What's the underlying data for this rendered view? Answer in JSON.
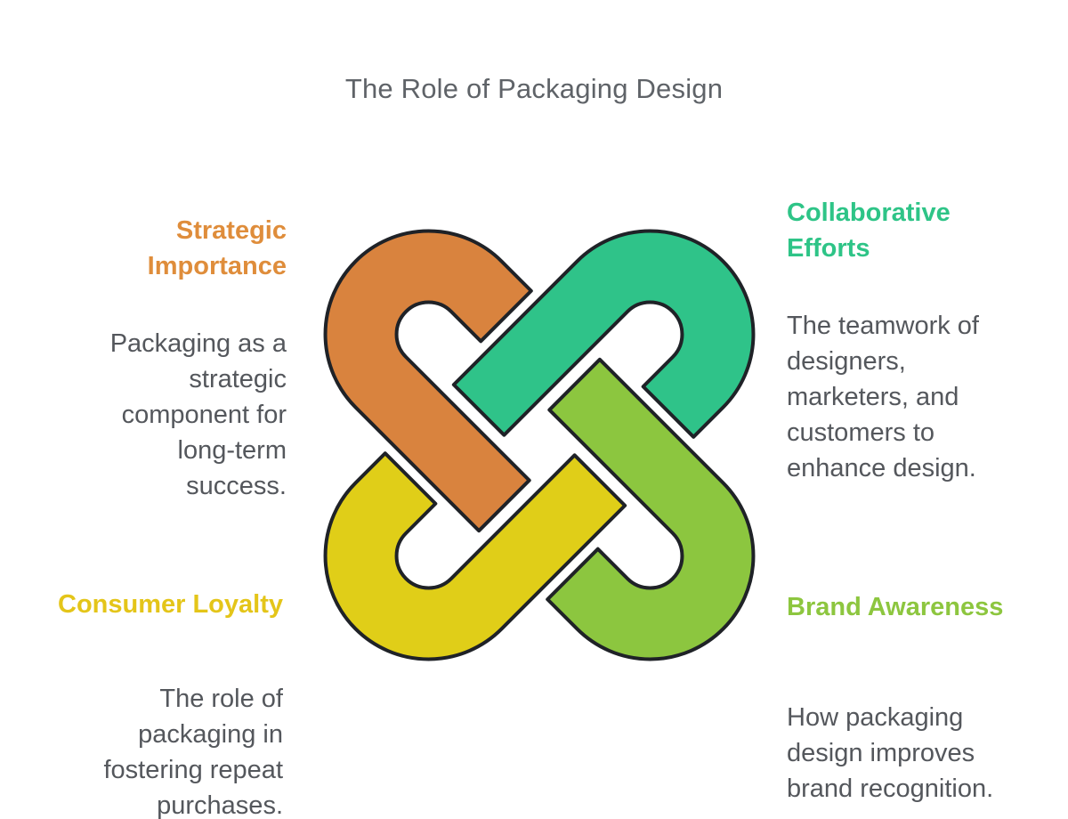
{
  "title": "The Role of Packaging Design",
  "title_color": "#5F6368",
  "body_text_color": "#54575C",
  "background_color": "#FFFFFF",
  "sections": {
    "strategic_importance": {
      "heading": "Strategic Importance",
      "heading_lines": [
        "Strategic",
        "Importance"
      ],
      "heading_color": "#DF8D3B",
      "body": "Packaging as a strategic component for long-term success.",
      "body_lines": [
        "Packaging as a",
        "strategic",
        "component for",
        "long-term",
        "success."
      ]
    },
    "collaborative_efforts": {
      "heading": "Collaborative Efforts",
      "heading_lines": [
        "Collaborative",
        "Efforts"
      ],
      "heading_color": "#2EC487",
      "body": "The teamwork of designers, marketers, and customers to enhance design.",
      "body_lines": [
        "The teamwork of",
        "designers,",
        "marketers, and",
        "customers to",
        "enhance design."
      ]
    },
    "consumer_loyalty": {
      "heading": "Consumer Loyalty",
      "heading_lines": [
        "Consumer Loyalty"
      ],
      "heading_color": "#E4C519",
      "body": "The role of packaging in fostering repeat purchases.",
      "body_lines": [
        "The role of",
        "packaging in",
        "fostering repeat",
        "purchases."
      ]
    },
    "brand_awareness": {
      "heading": "Brand Awareness",
      "heading_lines": [
        "Brand Awareness"
      ],
      "heading_color": "#8DC63F",
      "body": "How packaging design improves brand recognition.",
      "body_lines": [
        "How packaging",
        "design improves",
        "brand recognition."
      ]
    }
  },
  "knot": {
    "outline_color": "#1F2227",
    "pieces": [
      {
        "name": "strategic-importance-loop",
        "position": "top-left",
        "color": "#D9833E"
      },
      {
        "name": "collaborative-efforts-loop",
        "position": "top-right",
        "color": "#2FC389"
      },
      {
        "name": "brand-awareness-loop",
        "position": "bottom-right",
        "color": "#8CC63F"
      },
      {
        "name": "consumer-loyalty-loop",
        "position": "bottom-left",
        "color": "#E0CE18"
      }
    ]
  }
}
